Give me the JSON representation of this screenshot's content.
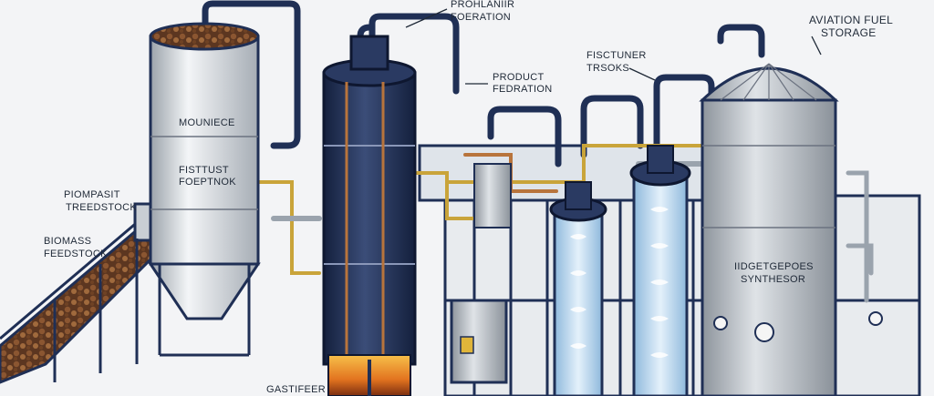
{
  "labels": {
    "top_callout": [
      "PROHLANIIR",
      "FOERATION"
    ],
    "product_fed": [
      "PRODUCT",
      "FEDRATION"
    ],
    "fischer": [
      "FISCTUNER",
      "TRSOKS"
    ],
    "aviation": [
      "AVIATION FUEL",
      "STORAGE"
    ],
    "mouniece": "MOUNIECE",
    "fist_tust": [
      "FISTTUST",
      "FOEPTNOK"
    ],
    "piomfast": [
      "PIOMPASIT",
      "TREEDSTOCK"
    ],
    "biomass": [
      "BIOMASS",
      "FEEDSTOCK"
    ],
    "synth": [
      "IIDGETGEPOES",
      "SYNTHESOR"
    ],
    "gasifier": "GASTIFEER"
  },
  "colors": {
    "navy": "#1f2f55",
    "silver": "#d4d9de",
    "copper": "#b8743c",
    "yellow": "#c9a43a",
    "blue": "#bcd8ee",
    "flame": "#e2731f",
    "biomass": "#7a4a2a"
  }
}
